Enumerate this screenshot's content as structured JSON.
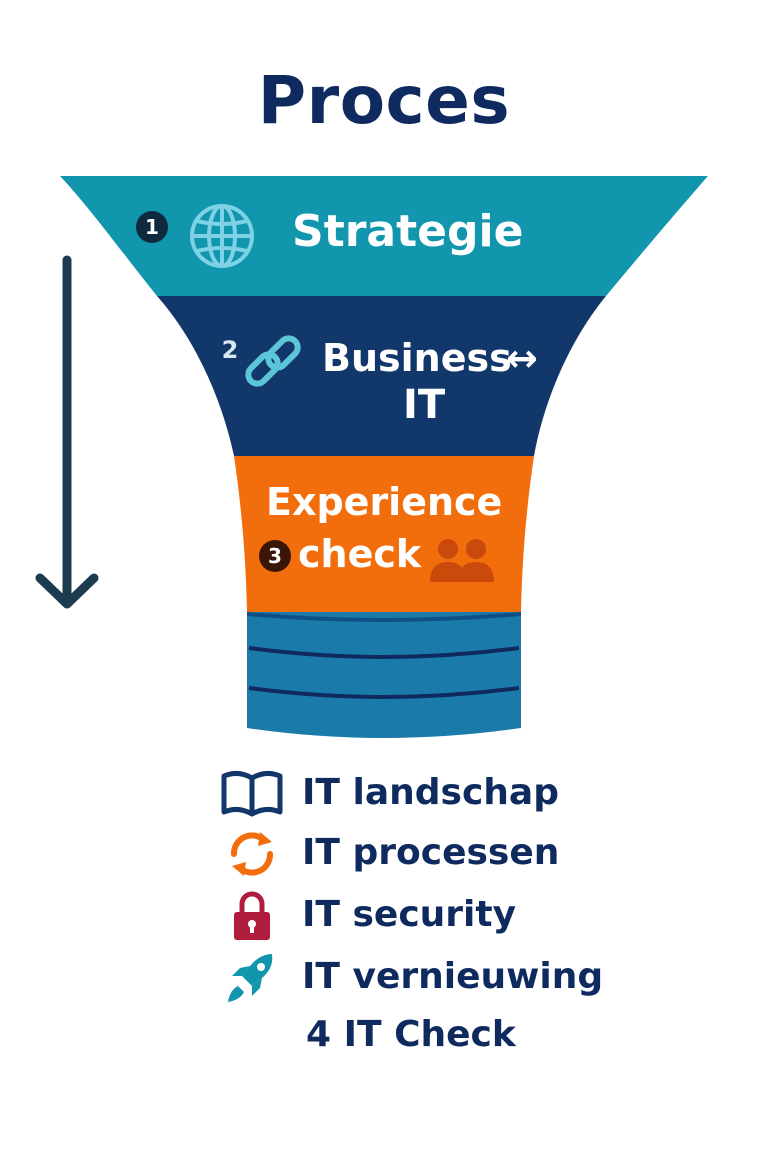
{
  "title": "Proces",
  "colors": {
    "teal": "#1196ae",
    "navy": "#12376b",
    "orange": "#f26e0c",
    "dark_navy": "#0f2a5e",
    "arrow": "#1d3b4f",
    "red_lock": "#b01d3c"
  },
  "funnel": {
    "stage1": {
      "number": "1",
      "label": "Strategie",
      "icon": "globe-icon"
    },
    "stage2": {
      "number": "2",
      "line1": "Business",
      "line2": "IT",
      "icon": "link-icon",
      "symbol": "↔"
    },
    "stage3": {
      "number": "3",
      "line1": "Experience",
      "line2": "check",
      "icon": "people-icon"
    }
  },
  "legend": [
    {
      "icon": "book-icon",
      "label": "IT landschap"
    },
    {
      "icon": "refresh-icon",
      "label": "IT processen"
    },
    {
      "icon": "lock-icon",
      "label": "IT security"
    },
    {
      "icon": "rocket-icon",
      "label": "IT vernieuwing"
    }
  ],
  "footer": "4 IT Check"
}
